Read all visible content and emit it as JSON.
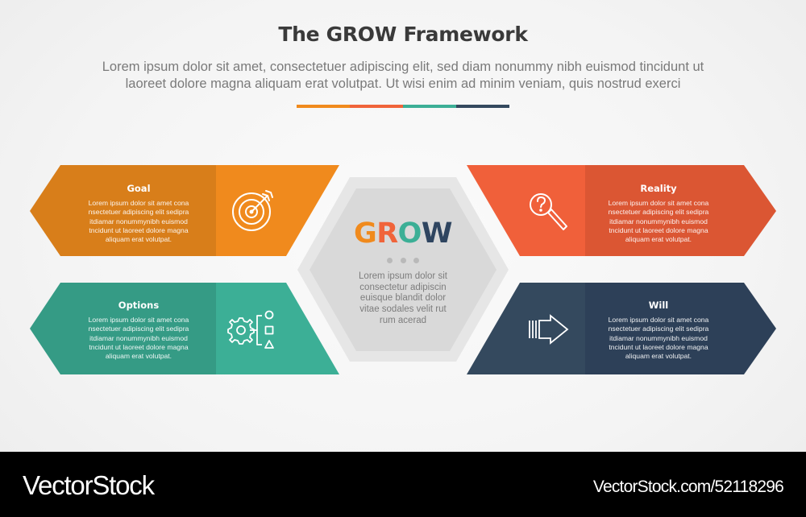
{
  "header": {
    "title": "The GROW Framework",
    "subtitle_line1": "Lorem ipsum dolor sit amet, consectetuer adipiscing elit, sed diam nonummy nibh euismod tincidunt ut",
    "subtitle_line2": "laoreet dolore magna aliquam erat volutpat. Ut wisi enim ad minim veniam, quis nostrud exerci",
    "color_bar": [
      "#f08a1d",
      "#f0643a",
      "#3caf96",
      "#34495e"
    ]
  },
  "center": {
    "letters": [
      {
        "char": "G",
        "color": "#f08a1d"
      },
      {
        "char": "R",
        "color": "#f0643a"
      },
      {
        "char": "O",
        "color": "#3caf96"
      },
      {
        "char": "W",
        "color": "#2f4560"
      }
    ],
    "body_lines": [
      "Lorem ipsum dolor sit",
      "consectetur adipiscin",
      "euisque blandit dolor",
      "vitae sodales velit rut",
      "rum acerad"
    ],
    "outer_color": "#e6e6e6",
    "inner_color": "#d9d9d9"
  },
  "cards": [
    {
      "key": "goal",
      "title": "Goal",
      "icon": "target-icon",
      "text_color": "#d87e1a",
      "icon_color": "#f08a1d",
      "body_lines": [
        "Lorem ipsum dolor sit amet cona",
        "nsectetuer adipiscing elit sedipra",
        "itdiamar nonummynibh euismod",
        "tncidunt ut laoreet dolore magna",
        "aliquam erat volutpat."
      ]
    },
    {
      "key": "reality",
      "title": "Reality",
      "icon": "question-magnifier-icon",
      "text_color": "#db5633",
      "icon_color": "#f0603a",
      "body_lines": [
        "Lorem ipsum dolor sit amet cona",
        "nsectetuer adipiscing elit sedipra",
        "itdiamar nonummynibh euismod",
        "tncidunt ut laoreet dolore magna",
        "aliquam erat volutpat."
      ]
    },
    {
      "key": "options",
      "title": "Options",
      "icon": "gear-options-icon",
      "text_color": "#359b85",
      "icon_color": "#3caf96",
      "body_lines": [
        "Lorem ipsum dolor sit amet cona",
        "nsectetuer adipiscing elit sedipra",
        "itdiamar nonummynibh euismod",
        "tncidunt ut laoreet dolore magna",
        "aliquam erat volutpat."
      ]
    },
    {
      "key": "will",
      "title": "Will",
      "icon": "arrow-right-icon",
      "text_color": "#2d4058",
      "icon_color": "#34495e",
      "body_lines": [
        "Lorem ipsum dolor sit amet cona",
        "nsectetuer adipiscing elit sedipra",
        "itdiamar nonummynibh euismod",
        "tncidunt ut laoreet dolore magna",
        "aliquam erat volutpat."
      ]
    }
  ],
  "footer": {
    "brand": "VectorStock",
    "url": "VectorStock.com/52118296"
  }
}
